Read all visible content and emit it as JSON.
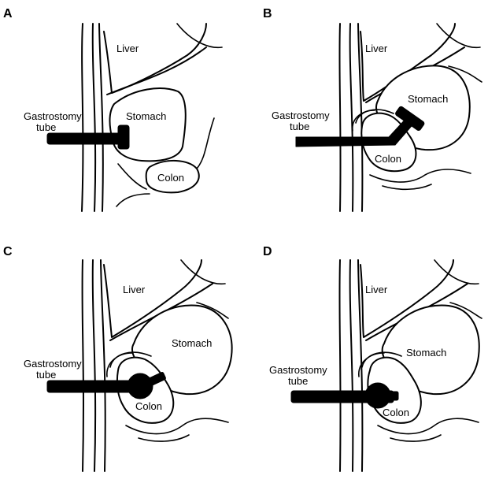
{
  "panels": [
    {
      "letter": "A",
      "labels": {
        "liver": "Liver",
        "stomach": "Stomach",
        "colon": "Colon",
        "tube_line1": "Gastrostomy",
        "tube_line2": "tube"
      }
    },
    {
      "letter": "B",
      "labels": {
        "liver": "Liver",
        "stomach": "Stomach",
        "colon": "Colon",
        "tube_line1": "Gastrostomy",
        "tube_line2": "tube"
      }
    },
    {
      "letter": "C",
      "labels": {
        "liver": "Liver",
        "stomach": "Stomach",
        "colon": "Colon",
        "tube_line1": "Gastrostomy",
        "tube_line2": "tube"
      }
    },
    {
      "letter": "D",
      "labels": {
        "liver": "Liver",
        "stomach": "Stomach",
        "colon": "Colon",
        "tube_line1": "Gastrostomy",
        "tube_line2": "tube"
      }
    }
  ]
}
